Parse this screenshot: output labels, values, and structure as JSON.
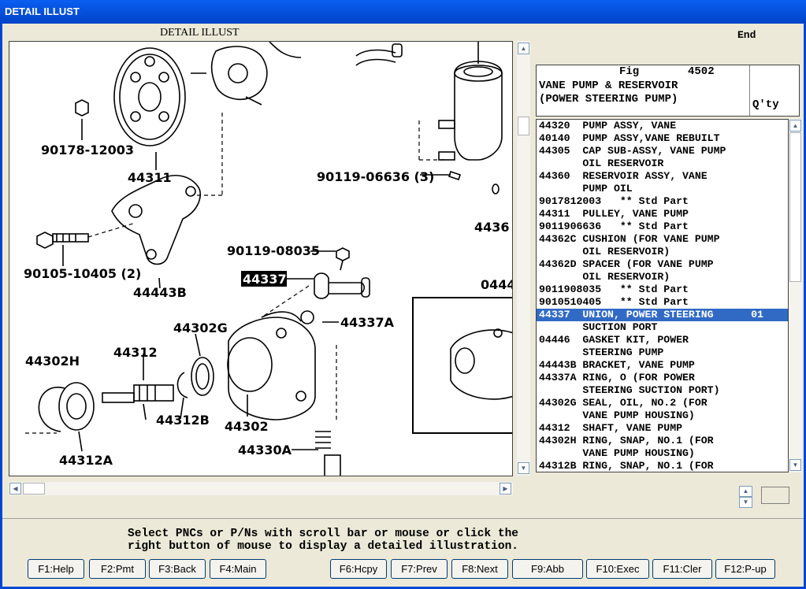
{
  "window": {
    "title": "DETAIL ILLUST"
  },
  "illust": {
    "title": "DETAIL ILLUST",
    "labels": {
      "l1": "90178-12003",
      "l2": "44311",
      "l3": "90105-10405 (2)",
      "l4": "44443B",
      "l5": "90119-08035",
      "l6": "44337",
      "l7": "44337A",
      "l8": "44302G",
      "l9": "44312",
      "l10": "44302H",
      "l11": "44312B",
      "l12": "44302",
      "l13": "44312A",
      "l14": "44330A",
      "l15": "90119-06636 (3)",
      "l16": "4436",
      "l17": "0444"
    }
  },
  "end_label": "End",
  "fig": {
    "label": "Fig",
    "number": "4502",
    "title1": "VANE PUMP & RESERVOIR",
    "title2": "(POWER STEERING PUMP)",
    "qty_header": "Q'ty"
  },
  "parts": [
    "44320  PUMP ASSY, VANE",
    "40140  PUMP ASSY,VANE REBUILT",
    "44305  CAP SUB-ASSY, VANE PUMP",
    "       OIL RESERVOIR",
    "44360  RESERVOIR ASSY, VANE",
    "       PUMP OIL",
    "9017812003   ** Std Part",
    "44311  PULLEY, VANE PUMP",
    "9011906636   ** Std Part",
    "44362C CUSHION (FOR VANE PUMP",
    "       OIL RESERVOIR)",
    "44362D SPACER (FOR VANE PUMP",
    "       OIL RESERVOIR)",
    "9011908035   ** Std Part",
    "9010510405   ** Std Part",
    "44337  UNION, POWER STEERING      01",
    "       SUCTION PORT",
    "04446  GASKET KIT, POWER",
    "       STEERING PUMP",
    "44443B BRACKET, VANE PUMP",
    "44337A RING, O (FOR POWER",
    "       STEERING SUCTION PORT)",
    "44302G SEAL, OIL, NO.2 (FOR",
    "       VANE PUMP HOUSING)",
    "44312  SHAFT, VANE PUMP",
    "44302H RING, SNAP, NO.1 (FOR",
    "       VANE PUMP HOUSING)",
    "44312B RING, SNAP, NO.1 (FOR"
  ],
  "selected_index": 15,
  "status": {
    "line1": "Select PNCs or P/Ns with scroll bar or mouse or click the",
    "line2": "right button of mouse to display a detailed illustration."
  },
  "fkeys": [
    "F1:Help",
    "F2:Pmt",
    "F3:Back",
    "F4:Main",
    "F6:Hcpy",
    "F7:Prev",
    "F8:Next",
    "F9:Abb",
    "F10:Exec",
    "F11:Cler",
    "F12:P-up"
  ]
}
